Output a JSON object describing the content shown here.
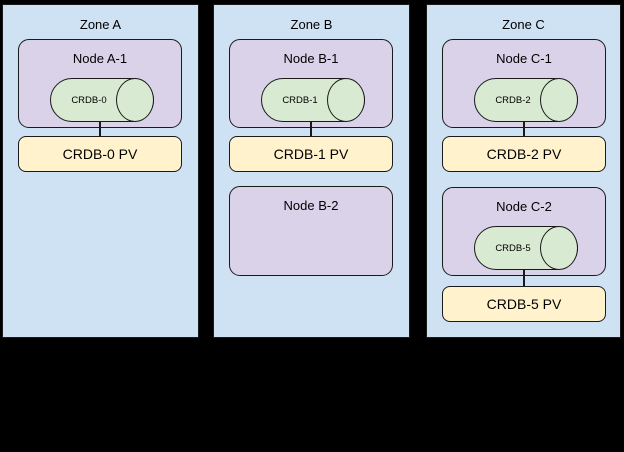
{
  "diagram": {
    "zones": [
      {
        "label": "Zone A",
        "nodes": [
          {
            "label": "Node A-1",
            "pod_label": "CRDB-0",
            "pv_label": "CRDB-0 PV"
          }
        ]
      },
      {
        "label": "Zone B",
        "nodes": [
          {
            "label": "Node B-1",
            "pod_label": "CRDB-1",
            "pv_label": "CRDB-1 PV"
          },
          {
            "label": "Node B-2"
          }
        ]
      },
      {
        "label": "Zone C",
        "nodes": [
          {
            "label": "Node C-1",
            "pod_label": "CRDB-2",
            "pv_label": "CRDB-2 PV"
          },
          {
            "label": "Node C-2",
            "pod_label": "CRDB-5",
            "pv_label": "CRDB-5 PV"
          }
        ]
      }
    ],
    "colors": {
      "zone_fill": "#cfe2f3",
      "node_fill": "#d9d2e9",
      "pod_fill": "#d9ead3",
      "pv_fill": "#fff2cc",
      "outline": "#1a1a1a",
      "background": "#000000"
    }
  }
}
